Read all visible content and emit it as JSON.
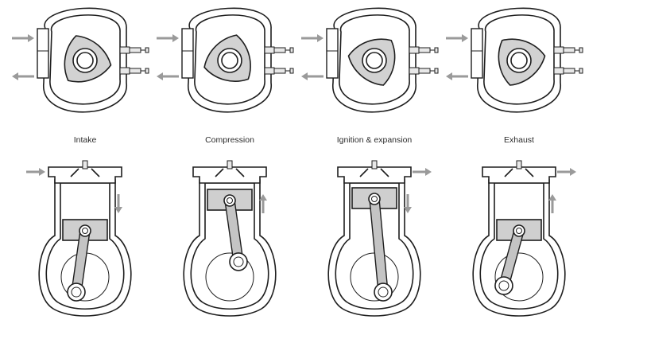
{
  "stages": [
    {
      "label": "Intake"
    },
    {
      "label": "Compression"
    },
    {
      "label": "Ignition & expansion"
    },
    {
      "label": "Exhaust"
    }
  ],
  "colors": {
    "line": "#1e1e1e",
    "rotor_fill": "#d2d2d2",
    "arrow": "#9a9a9a",
    "background": "#ffffff"
  }
}
